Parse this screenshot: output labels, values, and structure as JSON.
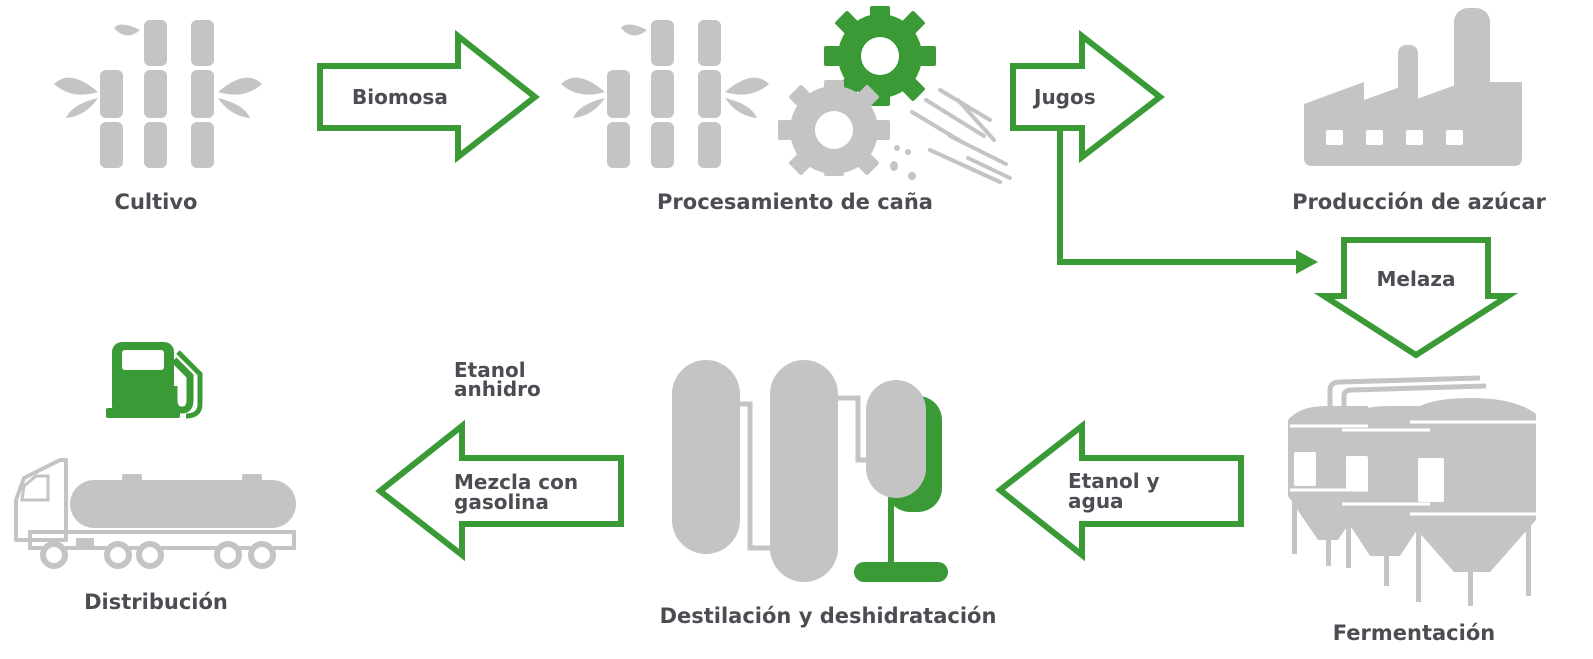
{
  "stages": {
    "cultivo": "Cultivo",
    "procesamiento": "Procesamiento de caña",
    "azucar": "Producción de azúcar",
    "fermentacion": "Fermentación",
    "destilacion": "Destilación y deshidratación",
    "distribucion": "Distribución"
  },
  "arrows": {
    "biomosa": "Biomosa",
    "jugos": "Jugos",
    "melaza": "Melaza",
    "etanol_agua_1": "Etanol y",
    "etanol_agua_2": "agua",
    "mezcla_1": "Mezcla con",
    "mezcla_2": "gasolina"
  },
  "notes": {
    "etanol_anhidro_1": "Etanol",
    "etanol_anhidro_2": "anhidro"
  },
  "colors": {
    "accent_green": "#3a9a35",
    "icon_gray": "#c4c4c4",
    "text_dark": "#4b4d52"
  },
  "icons": [
    "sugarcane-icon",
    "gears-icon",
    "factory-icon",
    "fermentation-tanks-icon",
    "distillation-columns-icon",
    "fuel-pump-icon",
    "tanker-truck-icon"
  ]
}
